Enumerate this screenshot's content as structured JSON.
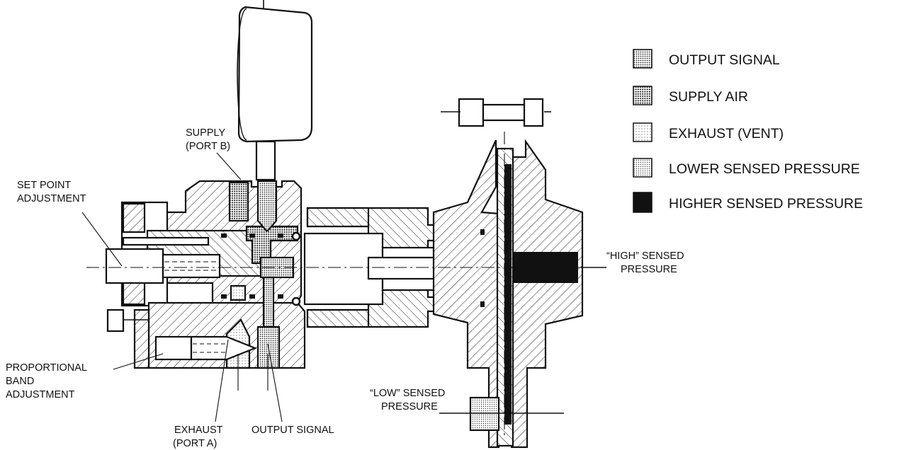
{
  "legend": [
    {
      "label": "OUTPUT SIGNAL",
      "pattern": "dense-dots"
    },
    {
      "label": "SUPPLY AIR",
      "pattern": "medium-dots"
    },
    {
      "label": "EXHAUST (VENT)",
      "pattern": "sparse-dots"
    },
    {
      "label": "LOWER SENSED PRESSURE",
      "pattern": "fine-dots"
    },
    {
      "label": "HIGHER SENSED PRESSURE",
      "pattern": "solid-black"
    }
  ],
  "callouts": {
    "supply": [
      "SUPPLY",
      "(PORT B)"
    ],
    "set_point": [
      "SET POINT",
      "ADJUSTMENT"
    ],
    "proportional_band": [
      "PROPORTIONAL",
      "BAND",
      "ADJUSTMENT"
    ],
    "exhaust": [
      "EXHAUST",
      "(PORT A)"
    ],
    "output_signal": [
      "OUTPUT SIGNAL"
    ],
    "high_sensed": [
      "“HIGH” SENSED",
      "PRESSURE"
    ],
    "low_sensed": [
      "“LOW” SENSED",
      "PRESSURE"
    ]
  },
  "colors": {
    "line": "#111111",
    "background": "#ffffff",
    "high_pressure": "#111111"
  }
}
